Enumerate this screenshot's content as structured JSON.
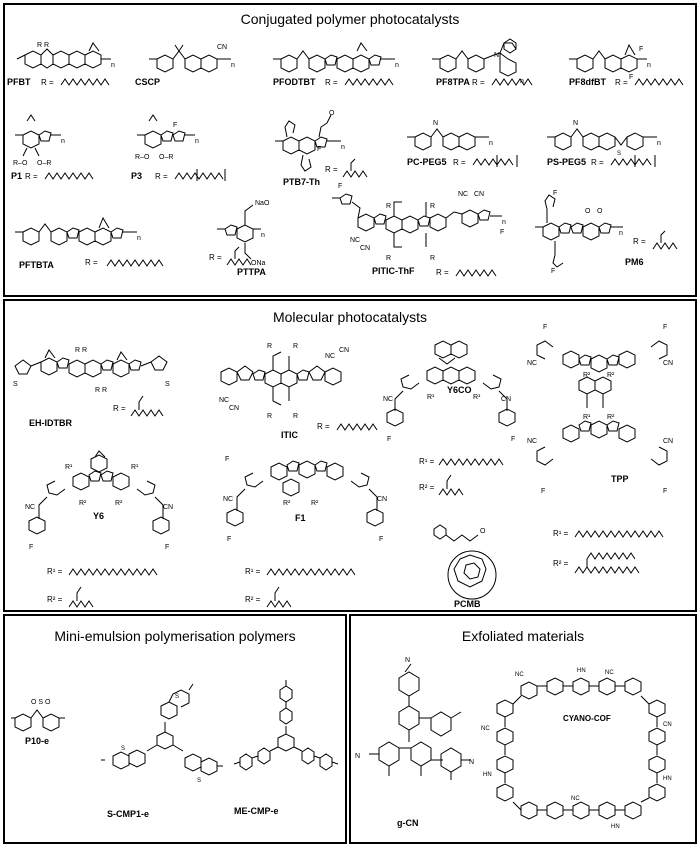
{
  "panels": {
    "conjugated": {
      "title": "Conjugated polymer photocatalysts",
      "compounds": [
        "PFBT",
        "CSCP",
        "PFODTBT",
        "PF8TPA",
        "PF8dfBT",
        "P1",
        "P3",
        "PTB7-Th",
        "PC-PEG5",
        "PS-PEG5",
        "PFTBTA",
        "PTTPA",
        "PITIC-ThF",
        "PM6"
      ]
    },
    "molecular": {
      "title": "Molecular photocatalysts",
      "compounds": [
        "EH-IDTBR",
        "ITIC",
        "Y6CO",
        "TPP",
        "Y6",
        "F1",
        "PCMB"
      ]
    },
    "miniemulsion": {
      "title": "Mini-emulsion polymerisation polymers",
      "compounds": [
        "P10-e",
        "S-CMP1-e",
        "ME-CMP-e"
      ]
    },
    "exfoliated": {
      "title": "Exfoliated materials",
      "compounds": [
        "g-CN",
        "CYANO-COF"
      ]
    }
  },
  "labels": {
    "r": "R =",
    "r1": "R¹ =",
    "r2": "R² ="
  }
}
